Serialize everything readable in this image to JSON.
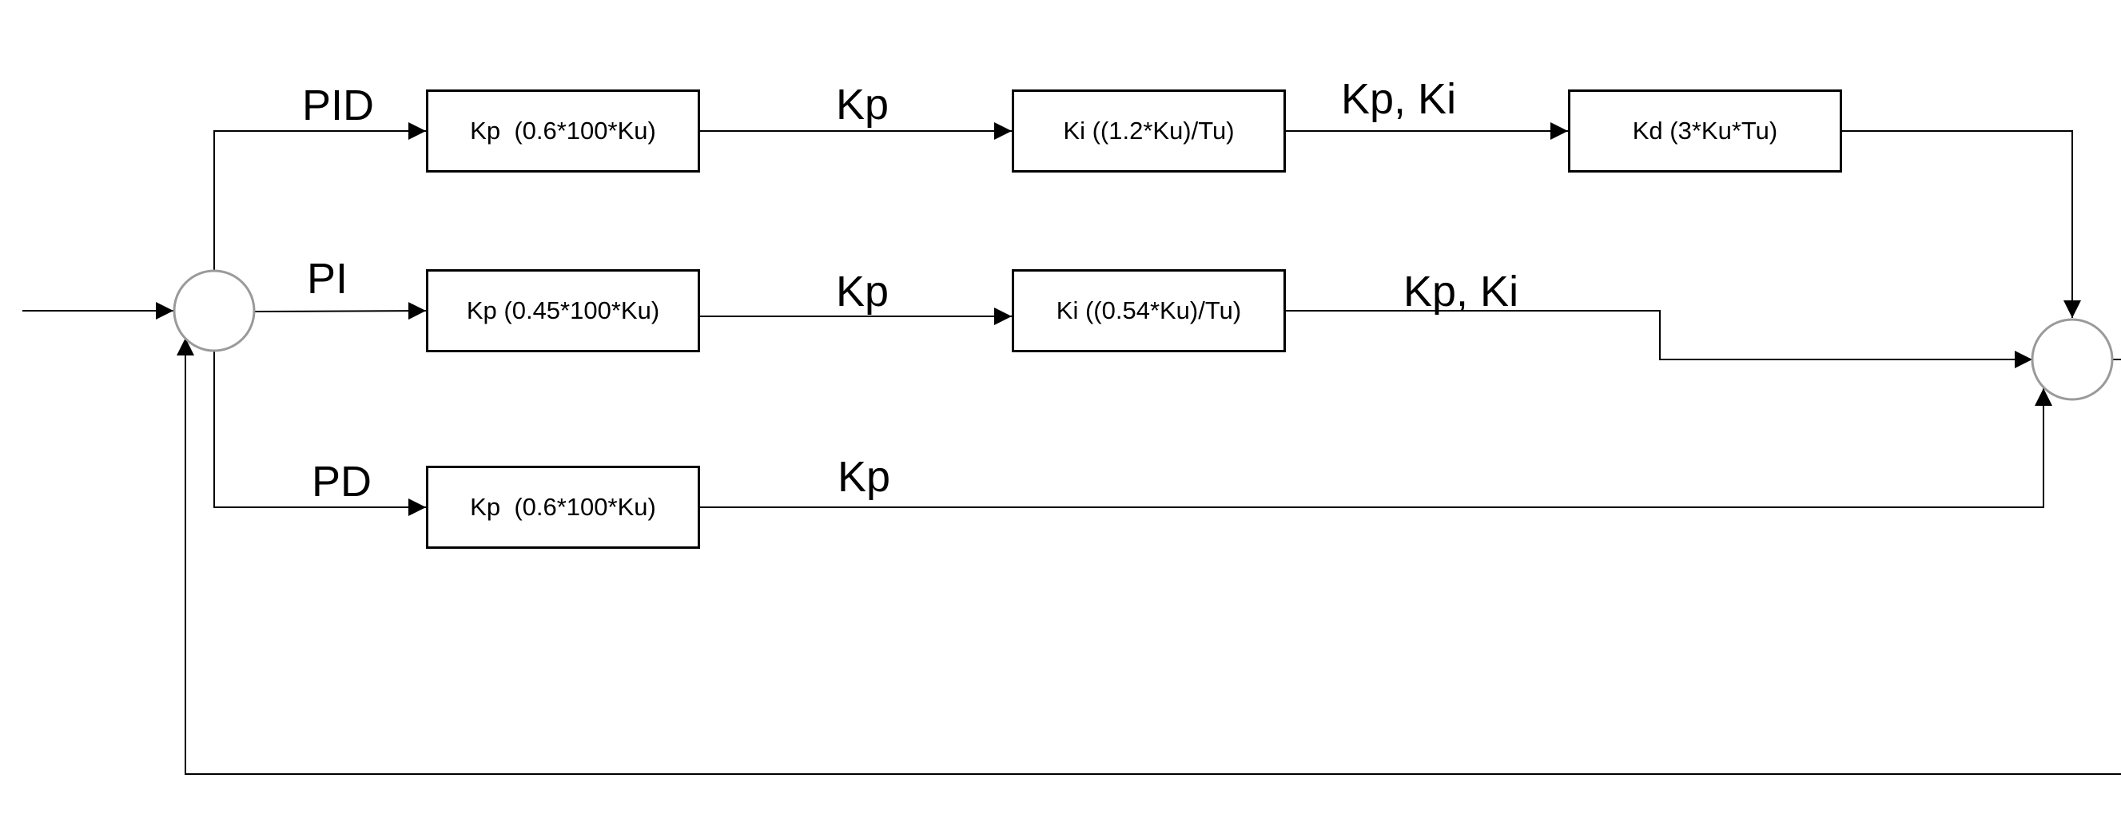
{
  "blocks": {
    "pid_kp": "Kp  (0.6*100*Ku)",
    "pid_ki": "Ki ((1.2*Ku)/Tu)",
    "pid_kd": "Kd (3*Ku*Tu)",
    "pi_kp": "Kp (0.45*100*Ku)",
    "pi_ki": "Ki ((0.54*Ku)/Tu)",
    "pd_kp": "Kp  (0.6*100*Ku)"
  },
  "labels": {
    "pid": "PID",
    "pi": "PI",
    "pd": "PD",
    "pid_kp": "Kp",
    "pid_kp_ki": "Kp, Ki",
    "pi_kp": "Kp",
    "pi_kp_ki": "Kp, Ki",
    "pd_kp": "Kp"
  },
  "colors": {
    "line": "#000000",
    "circle": "#9a9a9a"
  }
}
